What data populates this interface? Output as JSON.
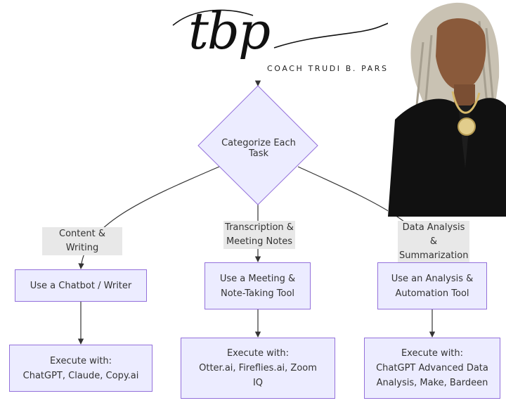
{
  "logo": {
    "monogram": "tbp",
    "tagline": "COACH TRUDI B. PARSON"
  },
  "diagram": {
    "root": "Categorize Each Task",
    "branches": [
      {
        "label": "Content & Writing",
        "step": "Use a Chatbot / Writer",
        "execute": [
          "Execute with:",
          "ChatGPT, Claude, Copy.ai"
        ]
      },
      {
        "label": [
          "Transcription &",
          "Meeting Notes"
        ],
        "step": [
          "Use a Meeting &",
          "Note-Taking Tool"
        ],
        "execute": [
          "Execute with:",
          "Otter.ai, Fireflies.ai, Zoom",
          "IQ"
        ]
      },
      {
        "label": [
          "Data Analysis &",
          "Summarization"
        ],
        "step": [
          "Use an Analysis &",
          "Automation Tool"
        ],
        "execute": [
          "Execute with:",
          "ChatGPT Advanced Data",
          "Analysis, Make, Bardeen"
        ]
      }
    ]
  },
  "colors": {
    "node_fill": "#ECECFF",
    "node_border": "#9370DB",
    "edge": "#333333",
    "label_bg": "#e8e8e8"
  }
}
